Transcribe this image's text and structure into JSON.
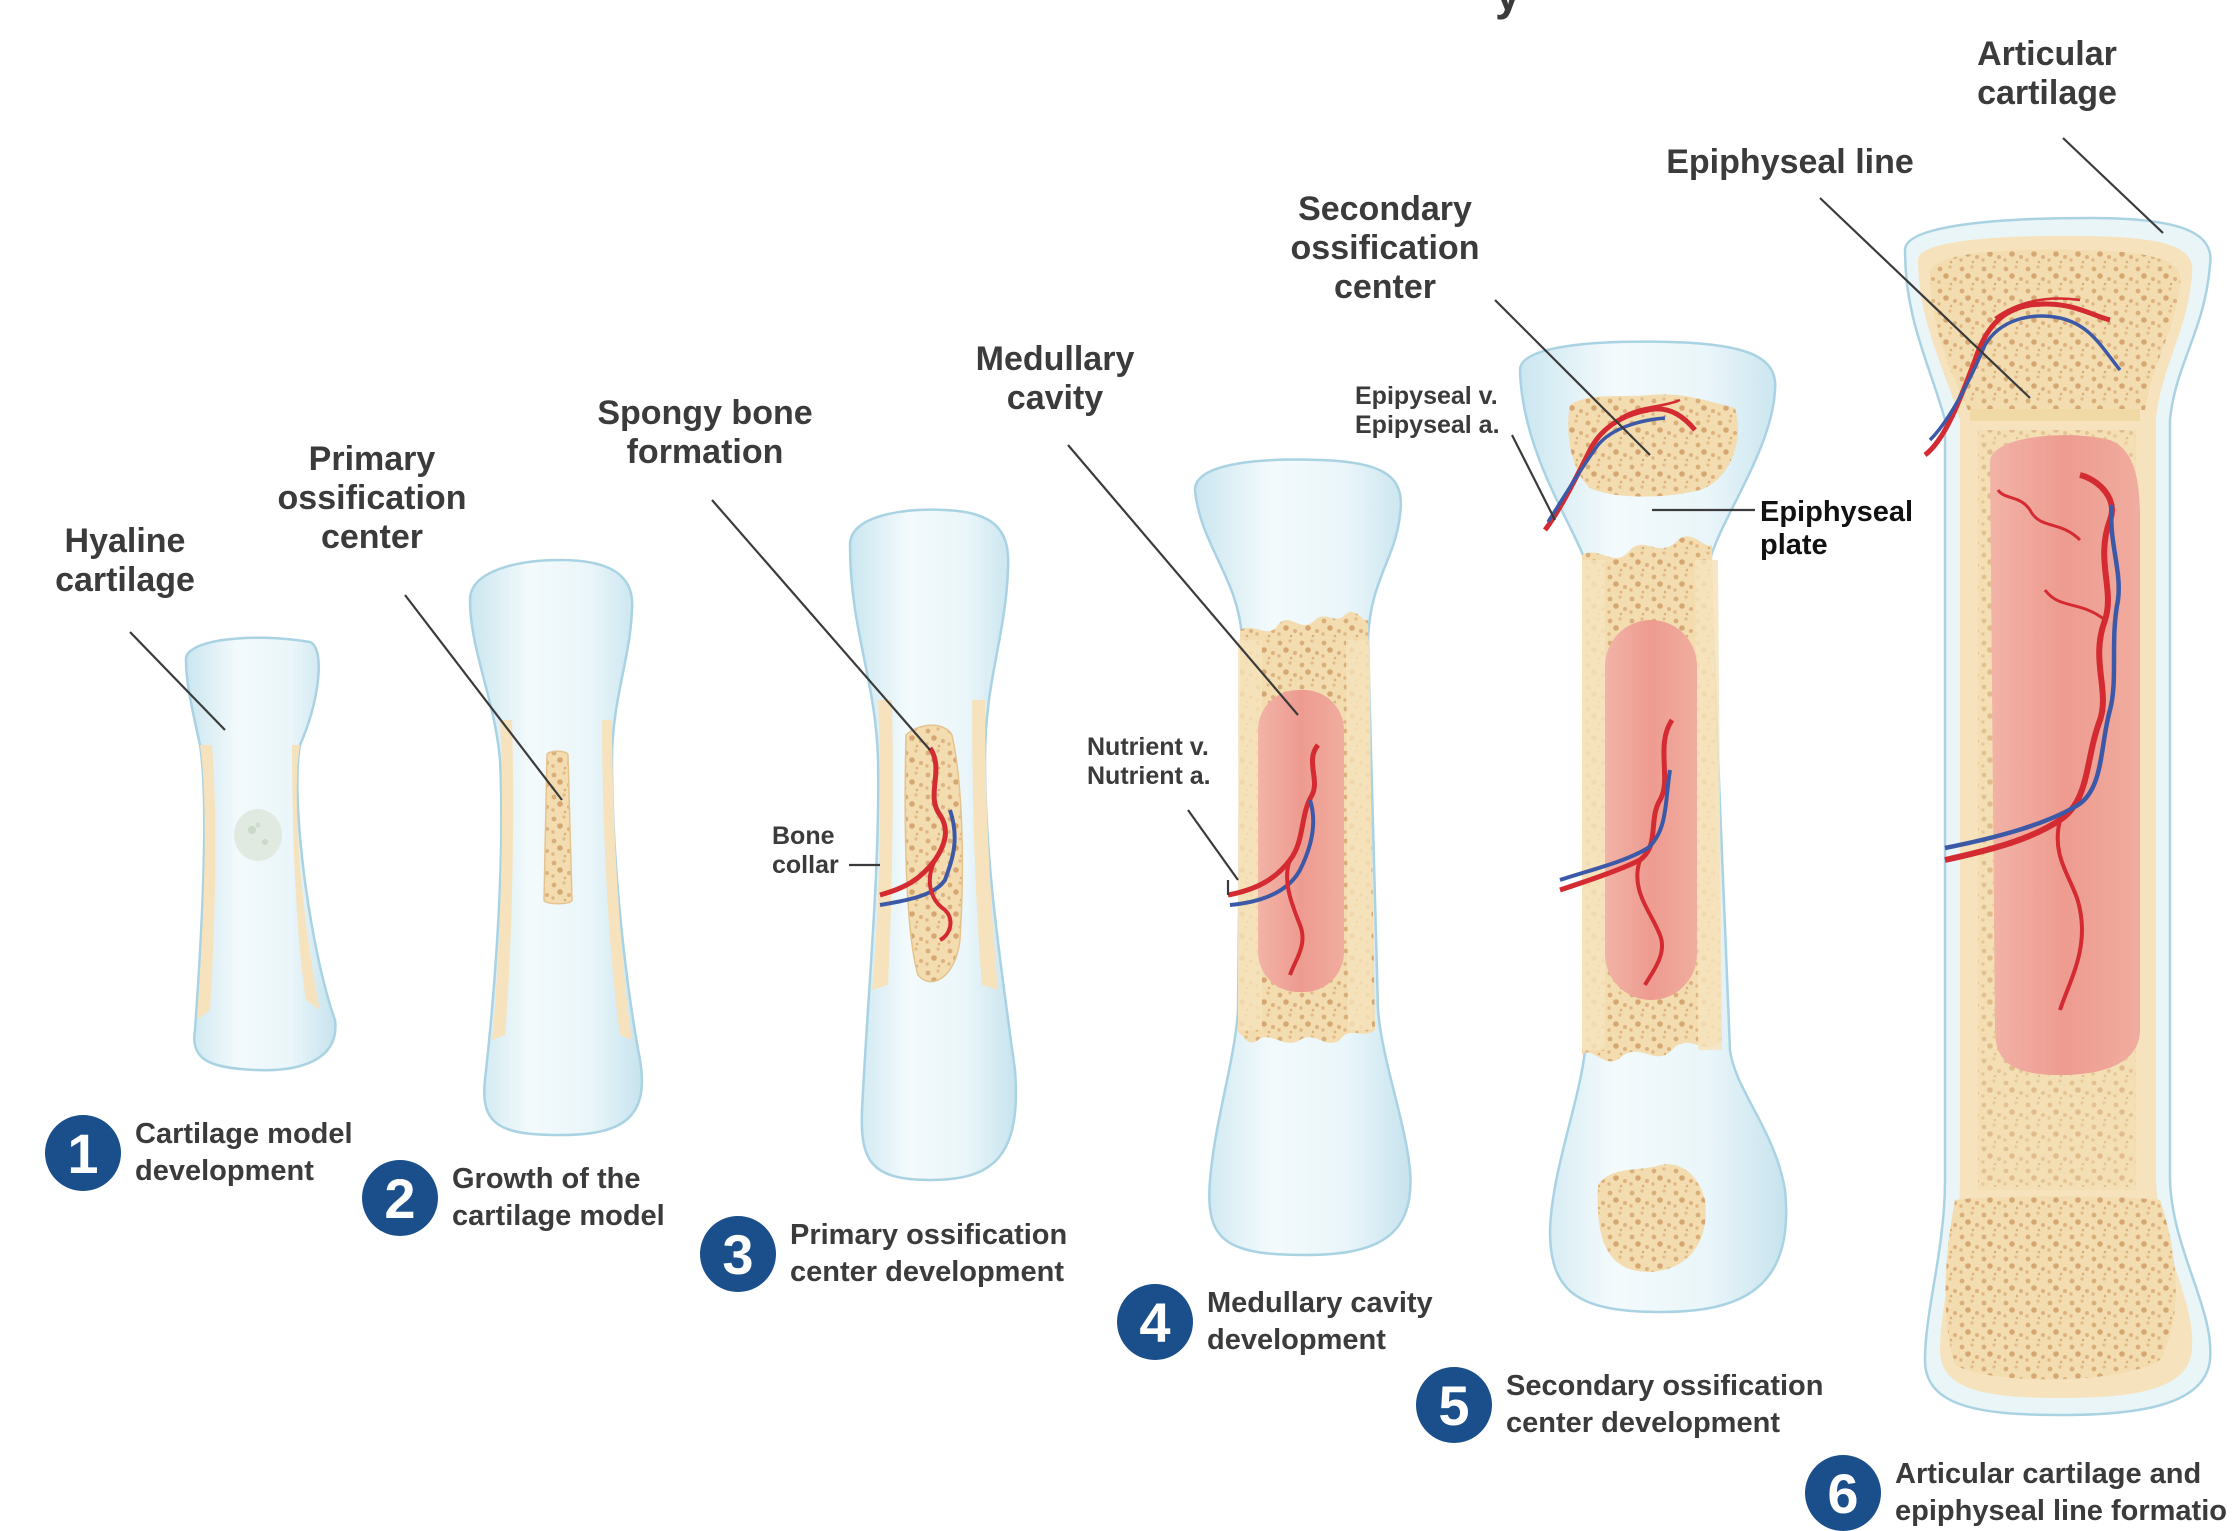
{
  "title_fragment": "y",
  "labels": {
    "hyaline_cartilage": [
      "Hyaline",
      "cartilage"
    ],
    "primary_ossification_center": [
      "Primary",
      "ossification",
      "center"
    ],
    "spongy_bone_formation": [
      "Spongy bone",
      "formation"
    ],
    "bone_collar": [
      "Bone",
      "collar"
    ],
    "medullary_cavity": [
      "Medullary",
      "cavity"
    ],
    "nutrient_vessels": [
      "Nutrient v.",
      "Nutrient a."
    ],
    "secondary_ossification_center": [
      "Secondary",
      "ossification",
      "center"
    ],
    "epiphyseal_vessels": [
      "Epipyseal v.",
      "Epipyseal a."
    ],
    "epiphyseal_plate": [
      "Epiphyseal",
      "plate"
    ],
    "epiphyseal_line": "Epiphyseal line",
    "articular_cartilage": [
      "Articular",
      "cartilage"
    ]
  },
  "steps": [
    {
      "number": "1",
      "caption": [
        "Cartilage model",
        "development"
      ]
    },
    {
      "number": "2",
      "caption": [
        "Growth of the",
        "cartilage model"
      ]
    },
    {
      "number": "3",
      "caption": [
        "Primary ossification",
        "center development"
      ]
    },
    {
      "number": "4",
      "caption": [
        "Medullary cavity",
        "development"
      ]
    },
    {
      "number": "5",
      "caption": [
        "Secondary ossification",
        "center development"
      ]
    },
    {
      "number": "6",
      "caption": [
        "Articular cartilage and",
        "epiphyseal line formatio"
      ]
    }
  ],
  "colors": {
    "cartilage": "#e3f2f7",
    "cartilage_edge": "#a9d3e2",
    "bone": "#f6e3bd",
    "spongy_dots": "#d9ae79",
    "marrow": "#ee9e92",
    "artery": "#d42a32",
    "vein": "#3c59a8",
    "badge": "#1a4f8b"
  }
}
